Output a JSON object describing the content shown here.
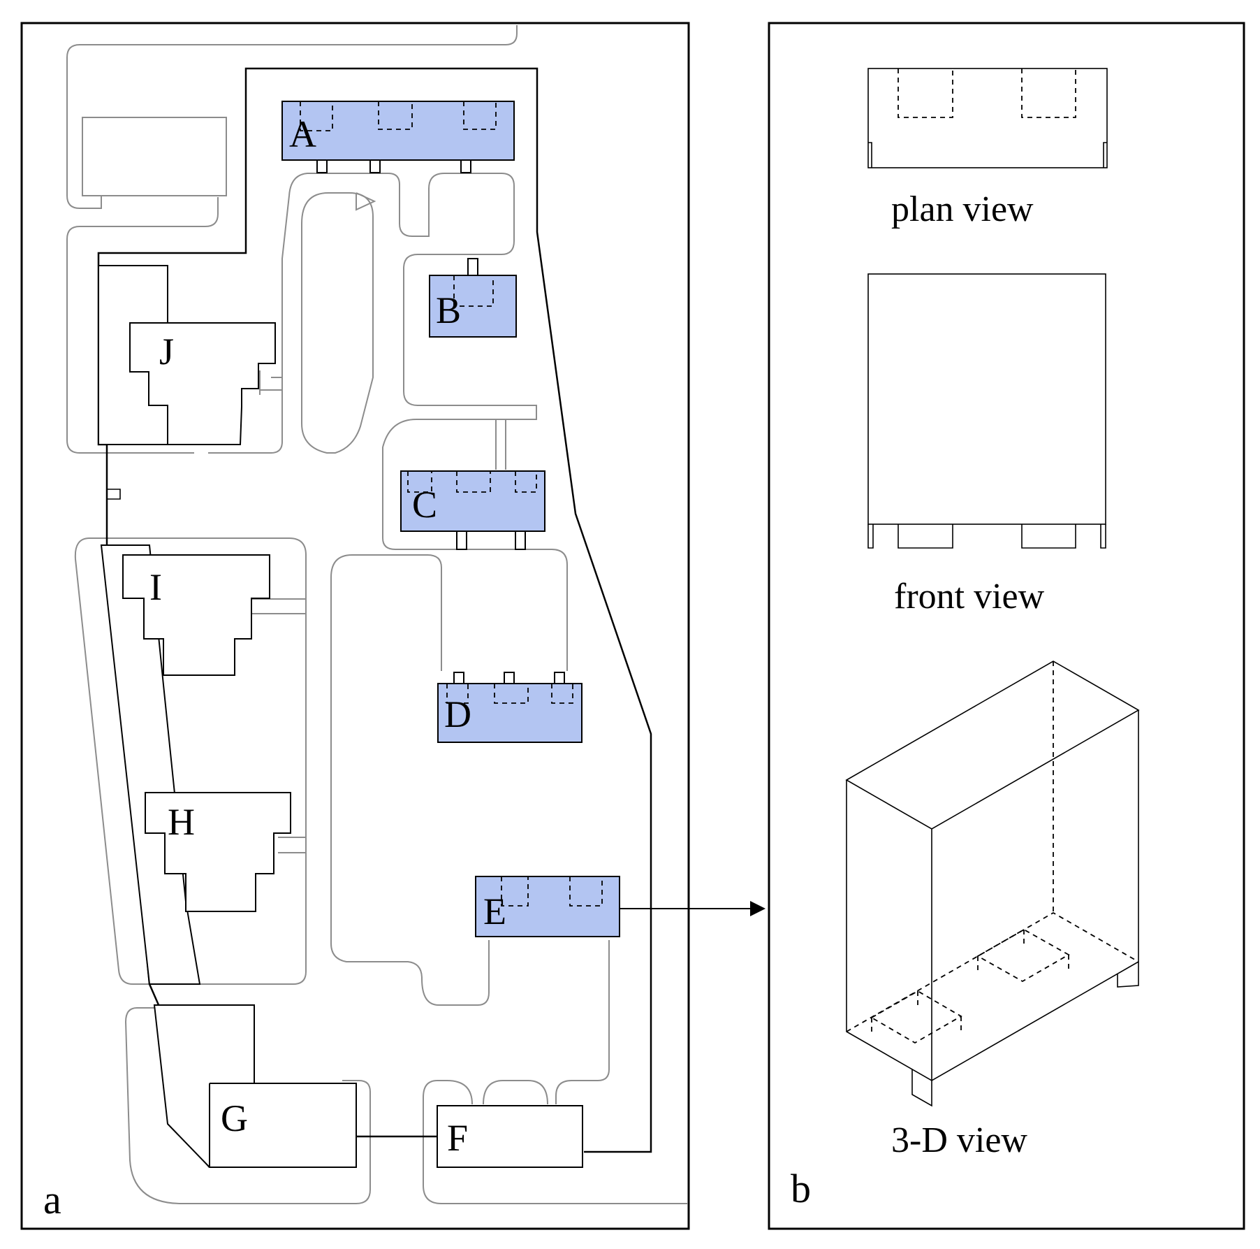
{
  "colors": {
    "highlight_fill": "#b3c5f2",
    "outline": "#000000",
    "road": "#8c8c8c",
    "background": "#ffffff"
  },
  "panel_a": {
    "label": "a",
    "buildings": {
      "A": "A",
      "B": "B",
      "C": "C",
      "D": "D",
      "E": "E",
      "F": "F",
      "G": "G",
      "H": "H",
      "I": "I",
      "J": "J"
    },
    "highlighted": [
      "A",
      "B",
      "C",
      "D",
      "E"
    ]
  },
  "panel_b": {
    "label": "b",
    "plan_view_label": "plan view",
    "front_view_label": "front view",
    "three_d_view_label": "3-D view"
  }
}
